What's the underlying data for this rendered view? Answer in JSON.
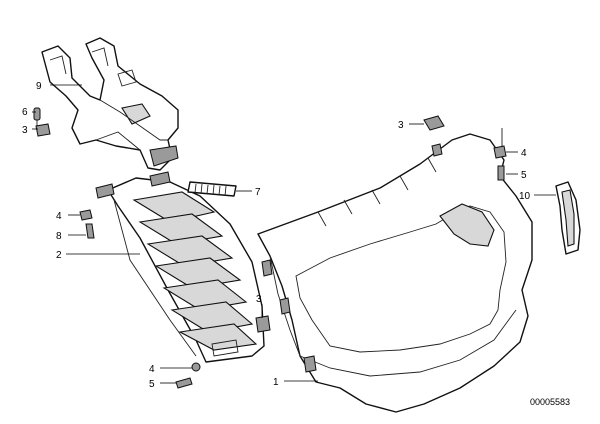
{
  "callouts": {
    "c9": "9",
    "c6_top": "6",
    "c3_left": "3",
    "c4_left": "4",
    "c8": "8",
    "c2": "2",
    "c7": "7",
    "c4_bottom": "4",
    "c5_bottom": "5",
    "c3_center": "3",
    "c1": "1",
    "c3_right": "3",
    "c4_right": "4",
    "c5_right": "5",
    "c10": "10"
  },
  "document_number": "00005583"
}
